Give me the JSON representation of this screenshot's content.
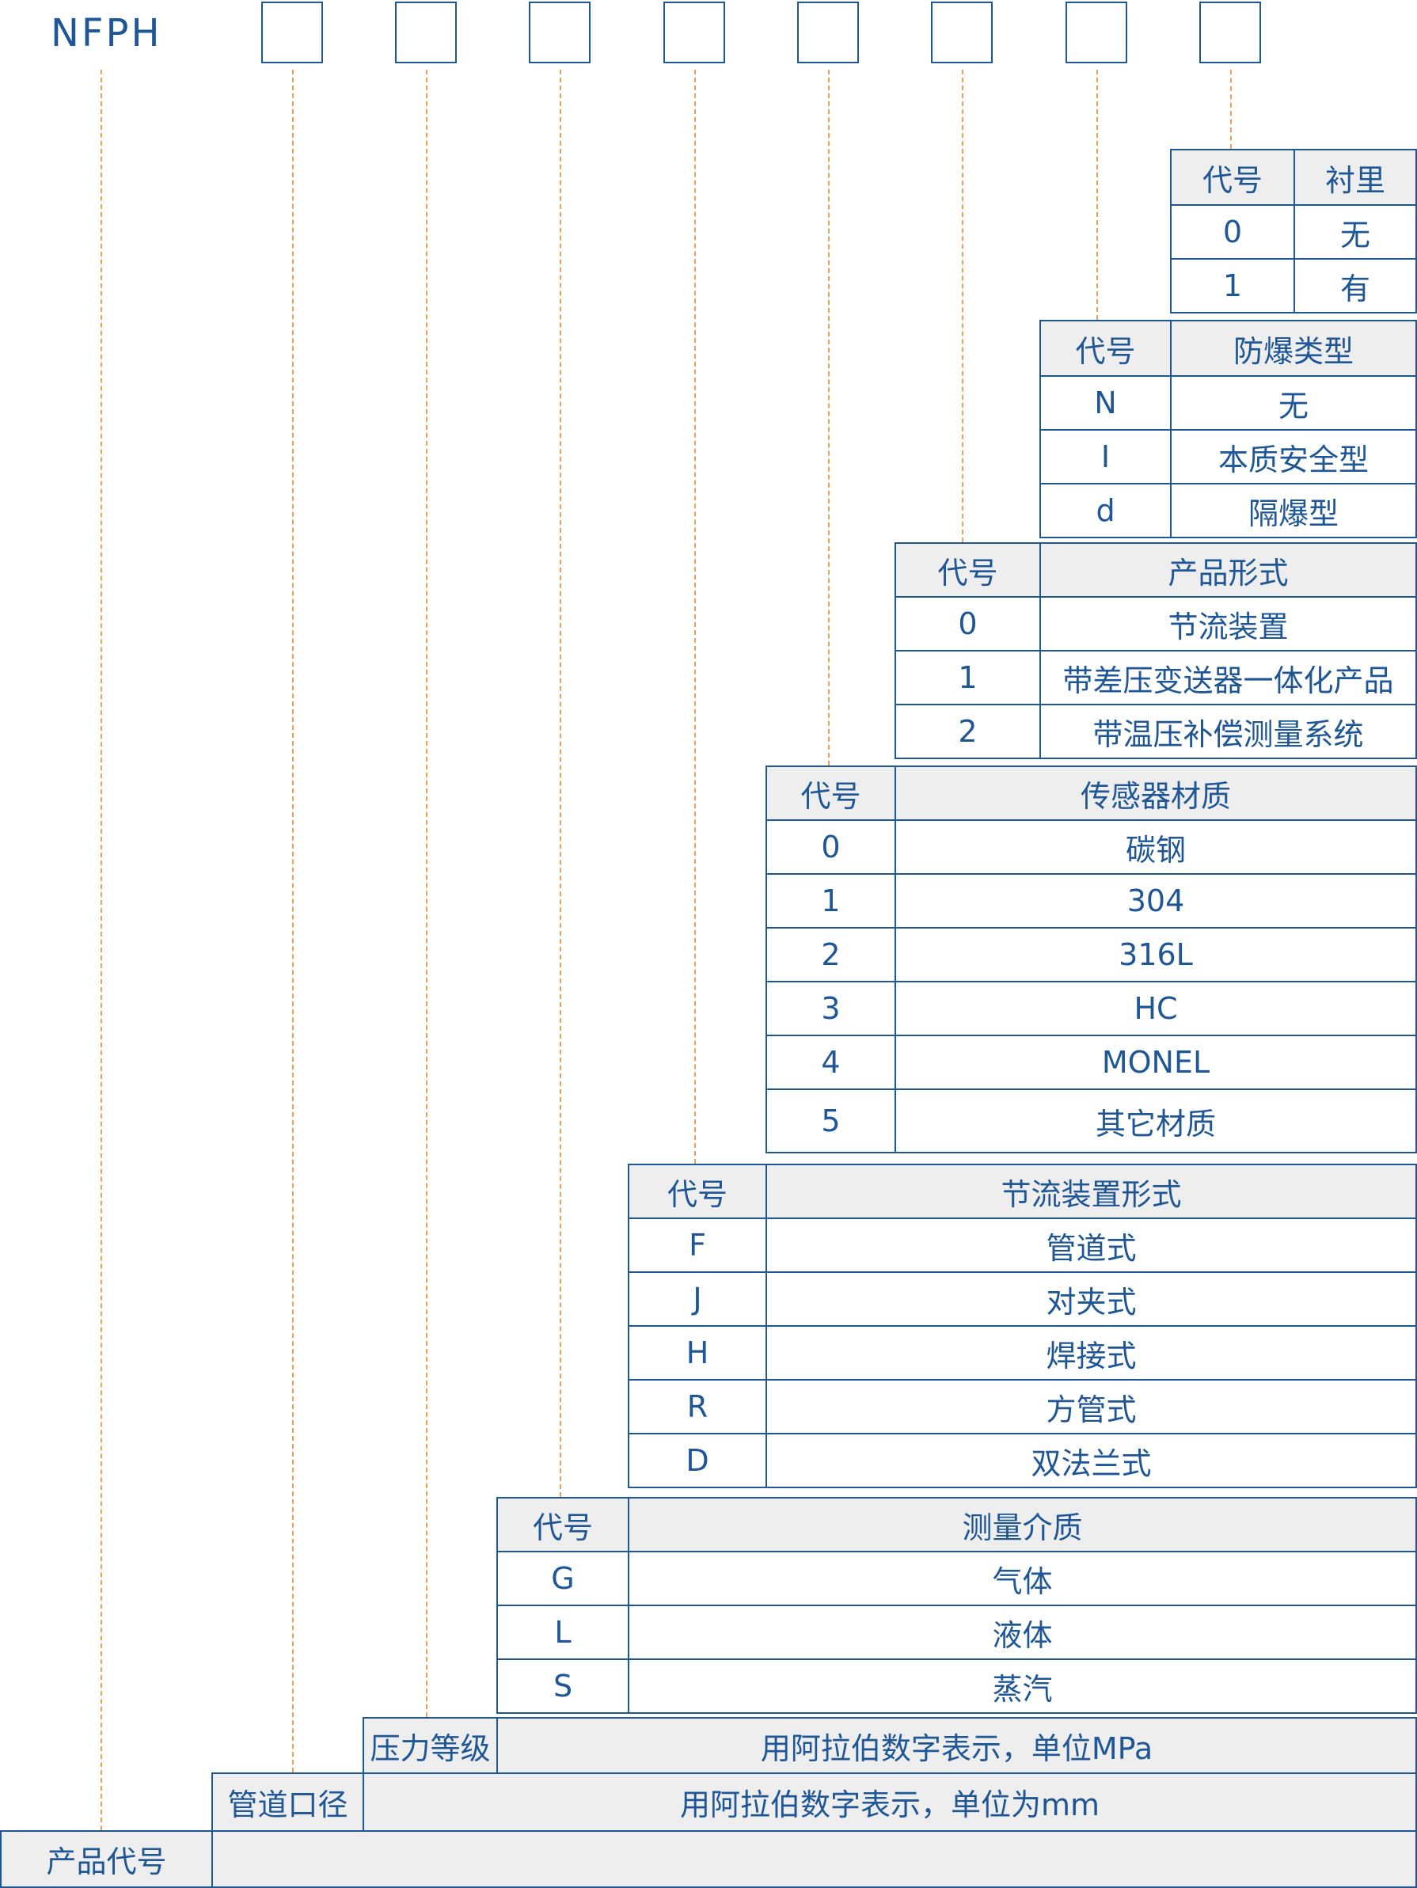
{
  "product_code": "NFPH",
  "tables": [
    {
      "id": "lining",
      "headers": [
        "代号",
        "衬里"
      ],
      "rows": [
        [
          "0",
          "无"
        ],
        [
          "1",
          "有"
        ]
      ]
    },
    {
      "id": "explosion",
      "headers": [
        "代号",
        "防爆类型"
      ],
      "rows": [
        [
          "N",
          "无"
        ],
        [
          "I",
          "本质安全型"
        ],
        [
          "d",
          "隔爆型"
        ]
      ]
    },
    {
      "id": "product-form",
      "headers": [
        "代号",
        "产品形式"
      ],
      "rows": [
        [
          "0",
          "节流装置"
        ],
        [
          "1",
          "带差压变送器一体化产品"
        ],
        [
          "2",
          "带温压补偿测量系统"
        ]
      ]
    },
    {
      "id": "sensor-material",
      "headers": [
        "代号",
        "传感器材质"
      ],
      "rows": [
        [
          "0",
          "碳钢"
        ],
        [
          "1",
          "304"
        ],
        [
          "2",
          "316L"
        ],
        [
          "3",
          "HC"
        ],
        [
          "4",
          "MONEL"
        ],
        [
          "5",
          "其它材质"
        ]
      ]
    },
    {
      "id": "throttle-form",
      "headers": [
        "代号",
        "节流装置形式"
      ],
      "rows": [
        [
          "F",
          "管道式"
        ],
        [
          "J",
          "对夹式"
        ],
        [
          "H",
          "焊接式"
        ],
        [
          "R",
          "方管式"
        ],
        [
          "D",
          "双法兰式"
        ]
      ]
    },
    {
      "id": "medium",
      "headers": [
        "代号",
        "测量介质"
      ],
      "rows": [
        [
          "G",
          "气体"
        ],
        [
          "L",
          "液体"
        ],
        [
          "S",
          "蒸汽"
        ]
      ]
    }
  ],
  "footer_rows": [
    {
      "label": "压力等级",
      "value": "用阿拉伯数字表示，单位MPa"
    },
    {
      "label": "管道口径",
      "value": "用阿拉伯数字表示，单位为mm"
    },
    {
      "label": "产品代号",
      "value": ""
    }
  ],
  "colors": {
    "text": "#1f5696",
    "border": "#1f5696",
    "dash": "#f0a050",
    "header_bg": "#eeeeee"
  }
}
